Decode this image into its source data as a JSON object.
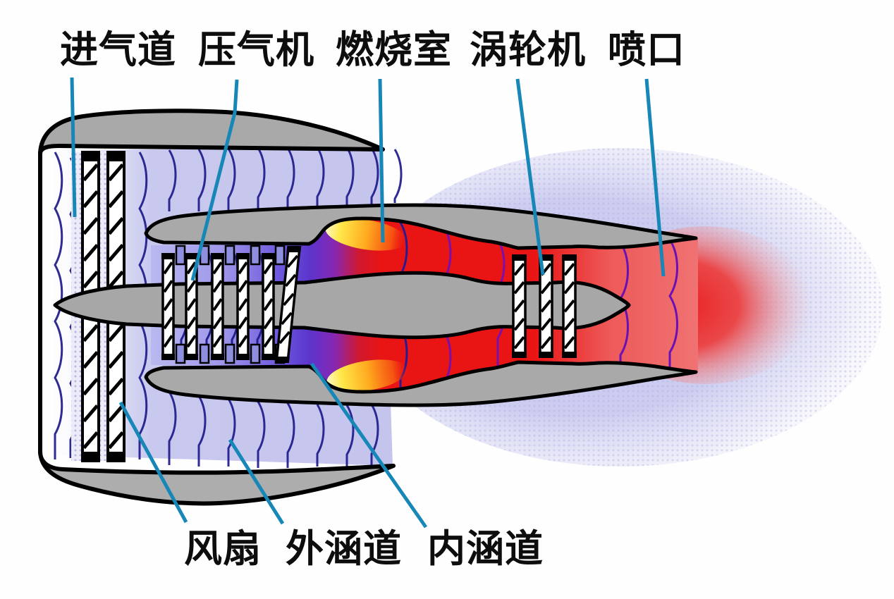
{
  "diagram": {
    "subject": "turbofan-engine-cross-section",
    "labels": {
      "top": [
        {
          "id": "intake",
          "text": "进气道"
        },
        {
          "id": "compressor",
          "text": "压气机"
        },
        {
          "id": "combustor",
          "text": "燃烧室"
        },
        {
          "id": "turbine",
          "text": "涡轮机"
        },
        {
          "id": "nozzle",
          "text": "喷口"
        }
      ],
      "bottom": [
        {
          "id": "fan",
          "text": "风扇"
        },
        {
          "id": "bypass-duct",
          "text": "外涵道"
        },
        {
          "id": "core-duct",
          "text": "内涵道"
        }
      ]
    },
    "colors": {
      "background": "#fefefe",
      "ink": "#0d0d0d",
      "leader": "#1787b8",
      "lavender_bypass": "#c7c7ee",
      "navy_flow_line": "#23208f",
      "purple_flow_line": "#7a10ac",
      "casing_gray": "#a9a9a9",
      "outline_black": "#000000",
      "combustor_red": "#e91414",
      "flame_yellow": "#ffe84a",
      "flame_orange": "#ffa81e",
      "compressor_blue": "#6b55dc",
      "blade_white": "#ffffff"
    }
  }
}
